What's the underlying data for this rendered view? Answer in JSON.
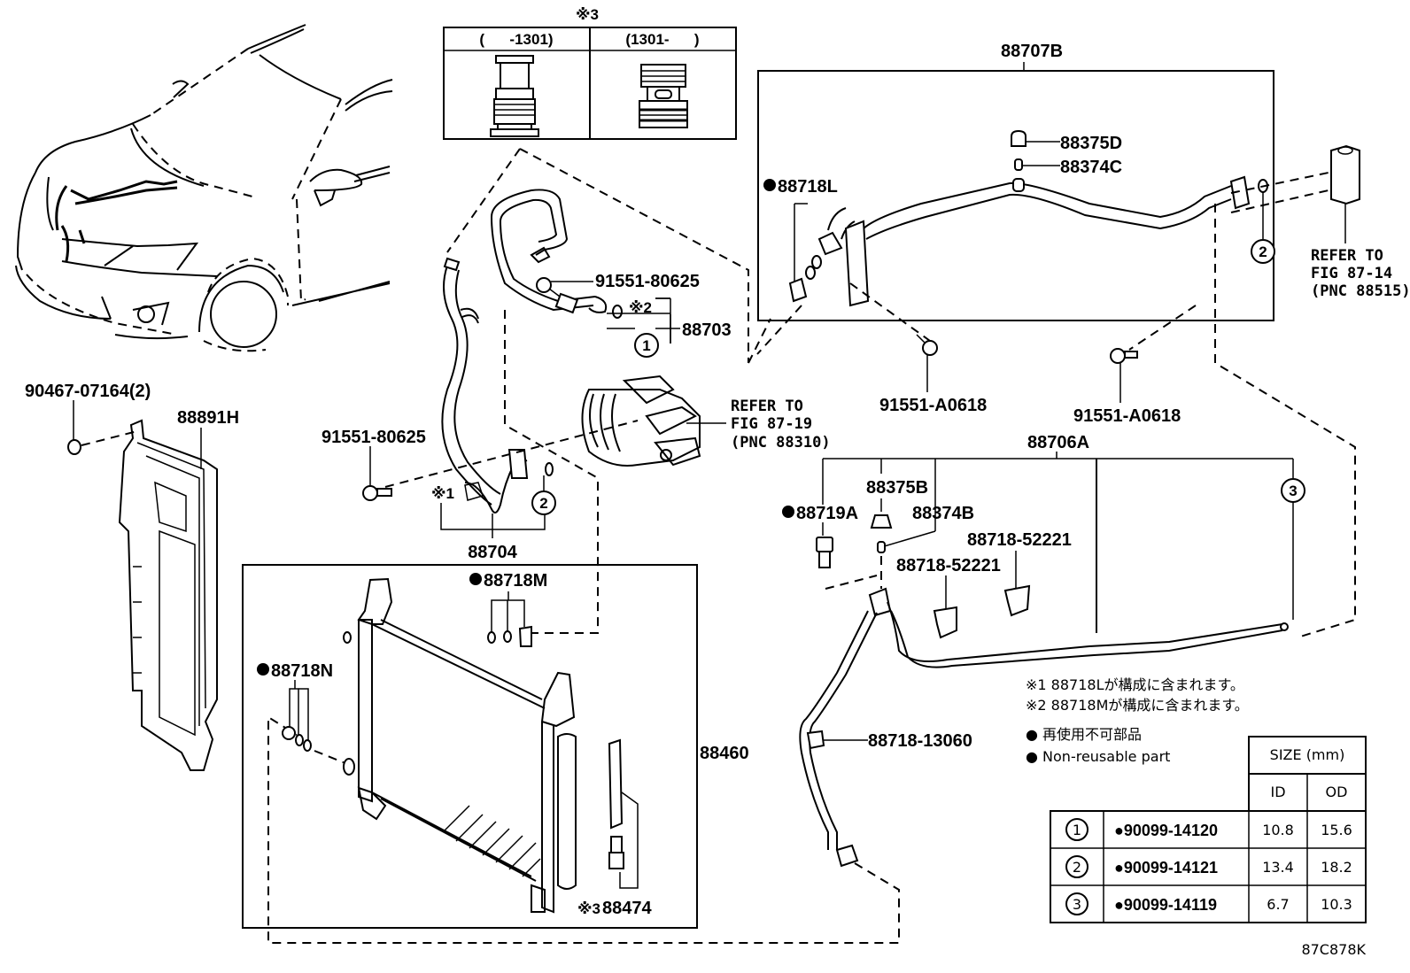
{
  "diagram": {
    "figure_code": "87C878K",
    "inset": {
      "note_mark": "※3",
      "col_left": "(      -1301)",
      "col_right": "(1301-      )"
    },
    "labels": {
      "p88707B": "88707B",
      "p88375D": "88375D",
      "p88374C": "88374C",
      "p88718L": "88718L",
      "p91551_80625_top": "91551-80625",
      "note2": "※2",
      "p88703": "88703",
      "refer1_line1": "REFER TO",
      "refer1_line2": "FIG 87-14",
      "refer1_line3": "(PNC 88515)",
      "refer2_line1": "REFER TO",
      "refer2_line2": "FIG 87-19",
      "refer2_line3": "(PNC 88310)",
      "p91551_A0618_a": "91551-A0618",
      "p91551_A0618_b": "91551-A0618",
      "p88706A": "88706A",
      "p90467": "90467-07164(2)",
      "p88891H": "88891H",
      "p91551_80625_mid": "91551-80625",
      "note1": "※1",
      "p88704": "88704",
      "p88718M": "88718M",
      "p88718N": "88718N",
      "p88460": "88460",
      "note3": "※3",
      "p88474": "88474",
      "p88375B": "88375B",
      "p88719A": "88719A",
      "p88374B": "88374B",
      "p88718_52221_a": "88718-52221",
      "p88718_52221_b": "88718-52221",
      "p88718_13060": "88718-13060",
      "circle1": "1",
      "circle2a": "2",
      "circle2b": "2",
      "circle3": "3"
    },
    "notes": [
      "※1 88718Lが構成に含まれます。",
      "※2 88718Mが構成に含まれます。"
    ],
    "legend": {
      "jp": "● 再使用不可部品",
      "en": "● Non-reusable part"
    },
    "size_table": {
      "header": "SIZE (mm)",
      "col_id": "ID",
      "col_od": "OD",
      "rows": [
        {
          "ref": "1",
          "part": "●90099-14120",
          "id": "10.8",
          "od": "15.6"
        },
        {
          "ref": "2",
          "part": "●90099-14121",
          "id": "13.4",
          "od": "18.2"
        },
        {
          "ref": "3",
          "part": "●90099-14119",
          "id": "6.7",
          "od": "10.3"
        }
      ]
    }
  }
}
